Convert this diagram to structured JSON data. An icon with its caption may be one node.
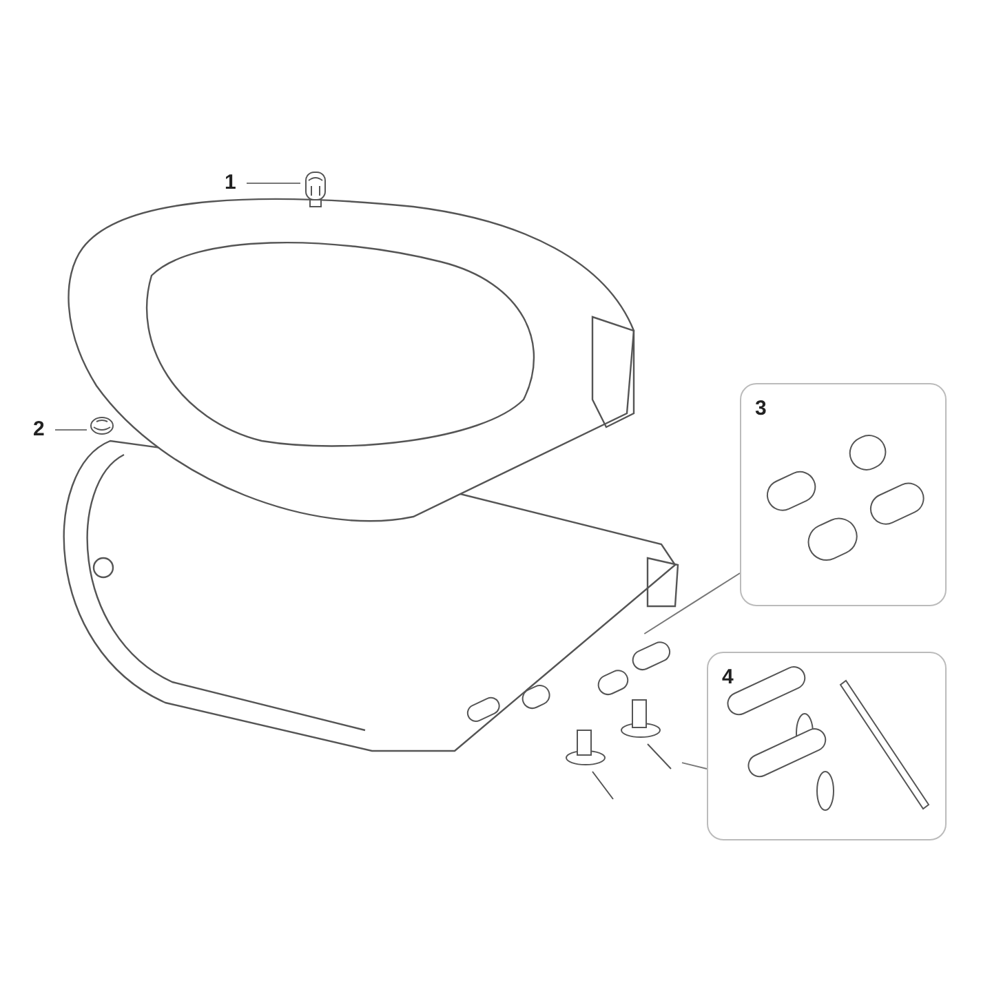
{
  "diagram": {
    "nodes": [
      {
        "text": [
          "1"
        ]
      },
      {
        "text": [],
        "shape": "picture"
      },
      {
        "text": [
          "2"
        ]
      },
      {
        "text": [],
        "shape": "picture"
      },
      {
        "text": [
          "3"
        ]
      },
      {
        "text": [],
        "shape": "picture"
      },
      {
        "text": [
          "4"
        ]
      },
      {
        "text": [],
        "shape": "picture"
      }
    ],
    "edges": [
      {
        "from": 0,
        "to": 1,
        "arrow": "none"
      },
      {
        "from": 2,
        "to": 3,
        "arrow": "none"
      },
      {
        "from": 4,
        "to": 5,
        "arrow": "none"
      },
      {
        "from": 6,
        "to": 7,
        "arrow": "none"
      }
    ]
  }
}
